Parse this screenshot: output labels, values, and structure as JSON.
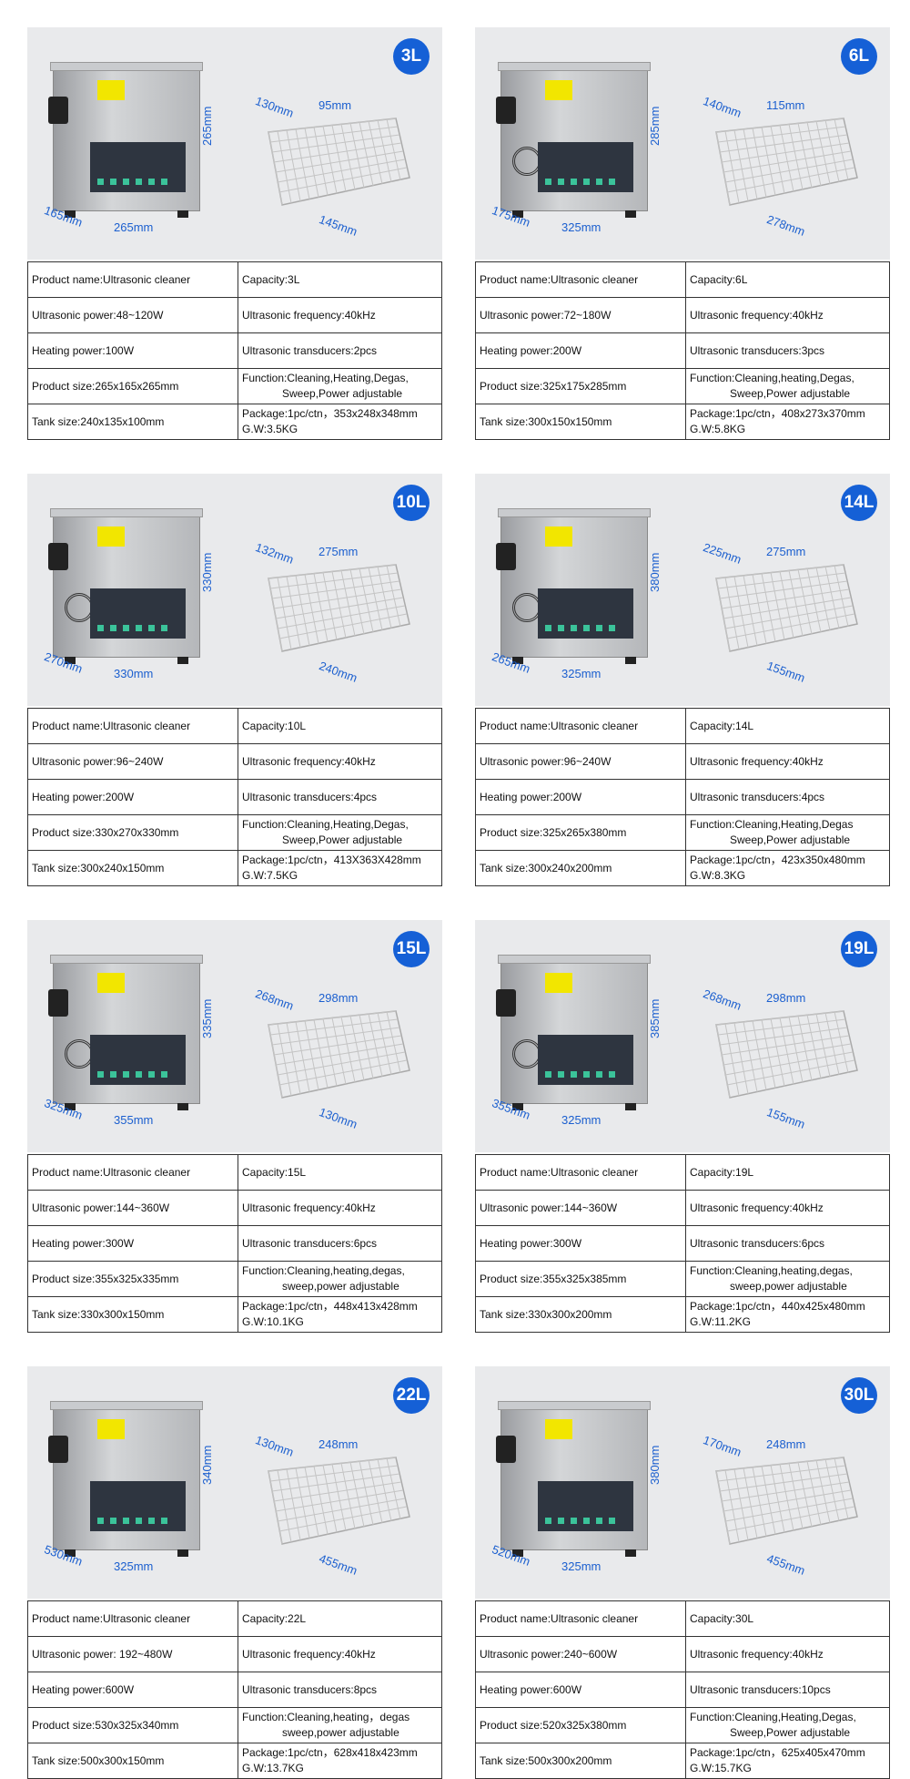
{
  "products": [
    {
      "capacity_badge": "3L",
      "dims": [
        "165mm",
        "265mm",
        "265mm",
        "130mm",
        "95mm",
        "145mm"
      ],
      "rows": [
        [
          "Product name:Ultrasonic cleaner",
          "Capacity:3L"
        ],
        [
          "Ultrasonic power:48~120W",
          "Ultrasonic frequency:40kHz"
        ],
        [
          "Heating power:100W",
          "Ultrasonic transducers:2pcs"
        ],
        [
          "Product size:265x165x265mm",
          "Function:Cleaning,Heating,Degas,",
          "Sweep,Power adjustable"
        ],
        [
          "Tank size:240x135x100mm",
          "Package:1pc/ctn，353x248x348mm",
          "G.W:3.5KG"
        ]
      ]
    },
    {
      "capacity_badge": "6L",
      "dims": [
        "175mm",
        "325mm",
        "285mm",
        "140mm",
        "115mm",
        "278mm"
      ],
      "rows": [
        [
          "Product name:Ultrasonic cleaner",
          "Capacity:6L"
        ],
        [
          "Ultrasonic power:72~180W",
          "Ultrasonic frequency:40kHz"
        ],
        [
          "Heating power:200W",
          "Ultrasonic transducers:3pcs"
        ],
        [
          "Product size:325x175x285mm",
          "Function:Cleaning,heating,Degas,",
          "Sweep,Power adjustable"
        ],
        [
          "Tank size:300x150x150mm",
          "Package:1pc/ctn，408x273x370mm",
          "G.W:5.8KG"
        ]
      ]
    },
    {
      "capacity_badge": "10L",
      "dims": [
        "270mm",
        "330mm",
        "330mm",
        "132mm",
        "275mm",
        "240mm"
      ],
      "rows": [
        [
          "Product name:Ultrasonic cleaner",
          "Capacity:10L"
        ],
        [
          "Ultrasonic power:96~240W",
          "Ultrasonic frequency:40kHz"
        ],
        [
          "Heating power:200W",
          "Ultrasonic transducers:4pcs"
        ],
        [
          "Product size:330x270x330mm",
          "Function:Cleaning,Heating,Degas,",
          "Sweep,Power adjustable"
        ],
        [
          "Tank size:300x240x150mm",
          "Package:1pc/ctn，413X363X428mm",
          "G.W:7.5KG"
        ]
      ]
    },
    {
      "capacity_badge": "14L",
      "dims": [
        "265mm",
        "325mm",
        "380mm",
        "225mm",
        "275mm",
        "155mm"
      ],
      "rows": [
        [
          "Product name:Ultrasonic cleaner",
          "Capacity:14L"
        ],
        [
          "Ultrasonic power:96~240W",
          "Ultrasonic frequency:40kHz"
        ],
        [
          "Heating power:200W",
          "Ultrasonic transducers:4pcs"
        ],
        [
          "Product size:325x265x380mm",
          "Function:Cleaning,Heating,Degas",
          "Sweep,Power adjustable"
        ],
        [
          "Tank size:300x240x200mm",
          "Package:1pc/ctn，423x350x480mm",
          "G.W:8.3KG"
        ]
      ]
    },
    {
      "capacity_badge": "15L",
      "dims": [
        "325mm",
        "355mm",
        "335mm",
        "268mm",
        "298mm",
        "130mm"
      ],
      "rows": [
        [
          "Product name:Ultrasonic cleaner",
          "Capacity:15L"
        ],
        [
          "Ultrasonic power:144~360W",
          "Ultrasonic frequency:40kHz"
        ],
        [
          "Heating power:300W",
          "Ultrasonic transducers:6pcs"
        ],
        [
          "Product size:355x325x335mm",
          "Function:Cleaning,heating,degas,",
          "sweep,power adjustable"
        ],
        [
          "Tank size:330x300x150mm",
          "Package:1pc/ctn，448x413x428mm",
          "G.W:10.1KG"
        ]
      ]
    },
    {
      "capacity_badge": "19L",
      "dims": [
        "355mm",
        "325mm",
        "385mm",
        "268mm",
        "298mm",
        "155mm"
      ],
      "rows": [
        [
          "Product name:Ultrasonic cleaner",
          "Capacity:19L"
        ],
        [
          "Ultrasonic power:144~360W",
          "Ultrasonic frequency:40kHz"
        ],
        [
          "Heating power:300W",
          "Ultrasonic transducers:6pcs"
        ],
        [
          "Product size:355x325x385mm",
          "Function:Cleaning,heating,degas,",
          "sweep,power adjustable"
        ],
        [
          "Tank size:330x300x200mm",
          "Package:1pc/ctn，440x425x480mm",
          "G.W:11.2KG"
        ]
      ]
    },
    {
      "capacity_badge": "22L",
      "dims": [
        "530mm",
        "325mm",
        "340mm",
        "130mm",
        "248mm",
        "455mm"
      ],
      "rows": [
        [
          "Product name:Ultrasonic cleaner",
          "Capacity:22L"
        ],
        [
          "Ultrasonic power: 192~480W",
          "Ultrasonic frequency:40kHz"
        ],
        [
          "Heating power:600W",
          "Ultrasonic transducers:8pcs"
        ],
        [
          "Product size:530x325x340mm",
          "Function:Cleaning,heating，degas",
          "sweep,power adjustable"
        ],
        [
          "Tank size:500x300x150mm",
          "Package:1pc/ctn，628x418x423mm",
          "G.W:13.7KG"
        ]
      ]
    },
    {
      "capacity_badge": "30L",
      "dims": [
        "520mm",
        "325mm",
        "380mm",
        "170mm",
        "248mm",
        "455mm"
      ],
      "rows": [
        [
          "Product name:Ultrasonic cleaner",
          "Capacity:30L"
        ],
        [
          "Ultrasonic power:240~600W",
          "Ultrasonic frequency:40kHz"
        ],
        [
          "Heating power:600W",
          "Ultrasonic transducers:10pcs"
        ],
        [
          "Product size:520x325x380mm",
          "Function:Cleaning,Heating,Degas,",
          "Sweep,Power adjustable"
        ],
        [
          "Tank size:500x300x200mm",
          "Package:1pc/ctn，625x405x470mm",
          "G.W:15.7KG"
        ]
      ]
    }
  ],
  "colors": {
    "badge": "#1560d6",
    "dimension": "#1b5fcf",
    "panel": "#e9eaec"
  }
}
